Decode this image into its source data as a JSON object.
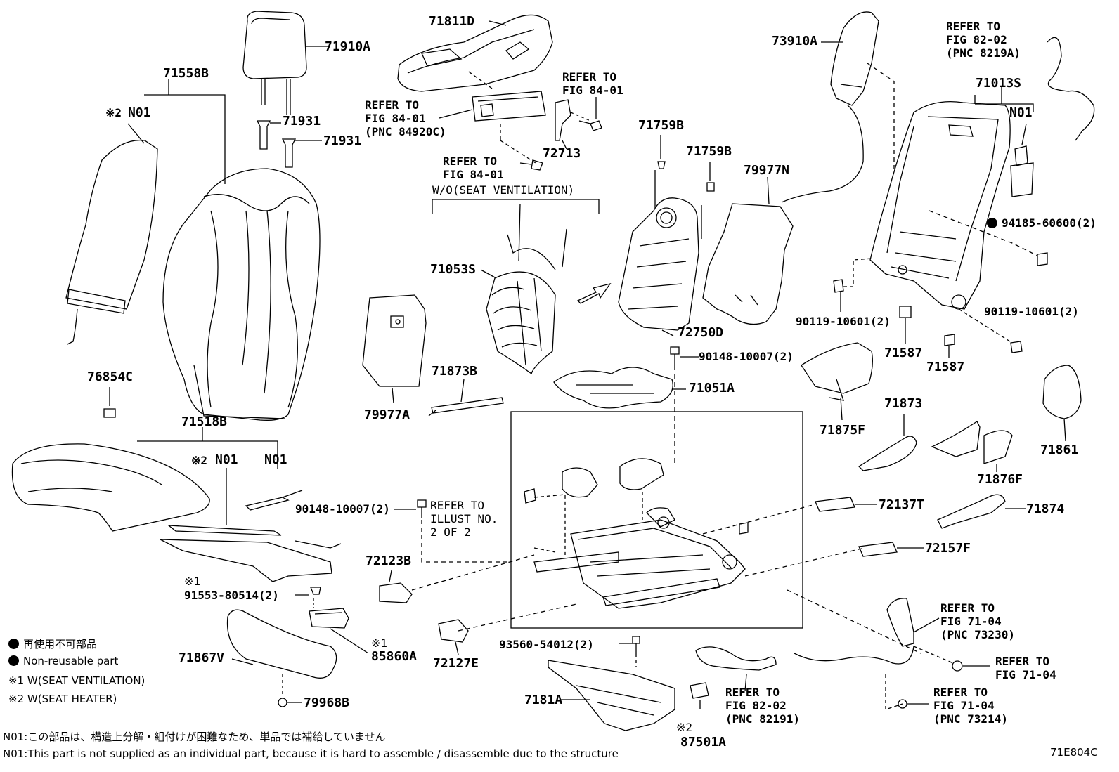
{
  "labels": {
    "p71910A": "71910A",
    "p71558B": "71558B",
    "n01_seat_back": "N01",
    "mark2_seat_back": "※2",
    "p71931_a": "71931",
    "p71931_b": "71931",
    "p71811D": "71811D",
    "p72713": "72713",
    "ref_fig8401_a": "REFER TO\nFIG 84-01",
    "ref_fig8401_b": "REFER TO\nFIG 84-01\n(PNC 84920C)",
    "ref_fig8401_c": "REFER TO\nFIG 84-01",
    "wo_seat_vent": "W/O(SEAT VENTILATION)",
    "p71053S": "71053S",
    "p79977A": "79977A",
    "p71873B": "71873B",
    "p71759B_a": "71759B",
    "p71759B_b": "71759B",
    "p79977N": "79977N",
    "p72750D": "72750D",
    "p90148_10007_a": "90148-10007(2)",
    "p71051A": "71051A",
    "p73910A": "73910A",
    "ref_fig8202_a": "REFER TO\nFIG 82-02\n(PNC 8219A)",
    "p71013S": "71013S",
    "n01_frame": "N01",
    "p94185_60600": "94185-60600(2)",
    "p90119_10601_a": "90119-10601(2)",
    "p90119_10601_b": "90119-10601(2)",
    "p71587_a": "71587",
    "p71587_b": "71587",
    "p76854C": "76854C",
    "p71518B": "71518B",
    "mark2_cushion": "※2",
    "n01_cushion_a": "N01",
    "n01_cushion_b": "N01",
    "p90148_10007_b": "90148-10007(2)",
    "ref_illust": "REFER TO\nILLUST NO.\n2 OF 2",
    "p72123B": "72123B",
    "mark1_a": "※1",
    "p91553_80514": "91553-80514(2)",
    "p71875F": "71875F",
    "p71873": "71873",
    "p71876F": "71876F",
    "p71861": "71861",
    "p72137T": "72137T",
    "p71874": "71874",
    "p72157F": "72157F",
    "p71867V": "71867V",
    "mark1_b": "※1",
    "p85860A": "85860A",
    "p72127E": "72127E",
    "p93560_54012": "93560-54012(2)",
    "p7181A": "7181A",
    "p79968B": "79968B",
    "mark2_b": "※2",
    "p87501A": "87501A",
    "ref_fig8202_b": "REFER TO\nFIG 82-02\n(PNC 82191)",
    "ref_fig7104_a": "REFER TO\nFIG 71-04\n(PNC 73230)",
    "ref_fig7104_b": "REFER TO\nFIG 71-04",
    "ref_fig7104_c": "REFER TO\nFIG 71-04\n(PNC 73214)"
  },
  "legend": {
    "non_reusable_jp": "再使用不可部品",
    "non_reusable_en": "Non-reusable part",
    "note1": "※1 W(SEAT VENTILATION)",
    "note2": "※2 W(SEAT HEATER)"
  },
  "footnotes": {
    "n01_jp": "N01:この部品は、構造上分解・組付けが困難なため、単品では補給していません",
    "n01_en": "N01:This part is not supplied as an individual part, because it is hard to assemble / disassemble due to the structure"
  },
  "figure_id": "71E804C"
}
